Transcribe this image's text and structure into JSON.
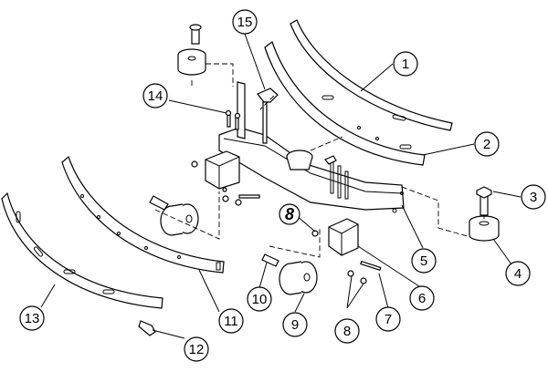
{
  "callouts": [
    {
      "id": "1",
      "label": "1"
    },
    {
      "id": "2",
      "label": "2"
    },
    {
      "id": "3",
      "label": "3"
    },
    {
      "id": "4",
      "label": "4"
    },
    {
      "id": "5",
      "label": "5"
    },
    {
      "id": "6",
      "label": "6"
    },
    {
      "id": "7",
      "label": "7"
    },
    {
      "id": "8",
      "label": "8"
    },
    {
      "id": "9",
      "label": "9"
    },
    {
      "id": "10",
      "label": "10"
    },
    {
      "id": "11",
      "label": "11"
    },
    {
      "id": "12",
      "label": "12"
    },
    {
      "id": "13",
      "label": "13"
    },
    {
      "id": "14",
      "label": "14"
    },
    {
      "id": "15",
      "label": "15"
    }
  ],
  "inline_label": "8"
}
